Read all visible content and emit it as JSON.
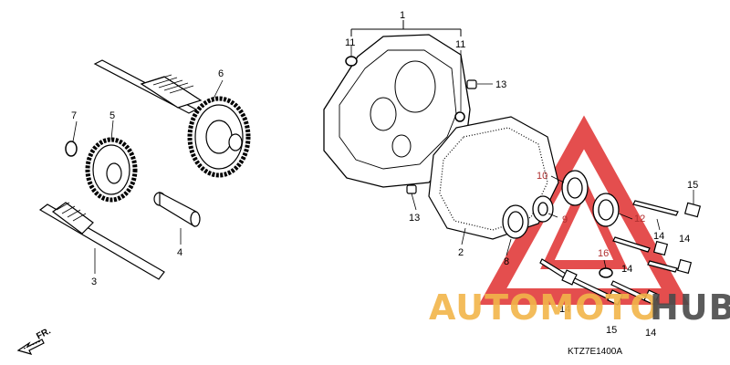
{
  "diagram": {
    "part_labels": {
      "p1": "1",
      "p2": "2",
      "p3": "3",
      "p4": "4",
      "p5": "5",
      "p6": "6",
      "p7": "7",
      "p8": "8",
      "p9": "9",
      "p10": "10",
      "p11a": "11",
      "p11b": "11",
      "p12": "12",
      "p13a": "13",
      "p13b": "13",
      "p14a": "14",
      "p14b": "14",
      "p14c": "14",
      "p14d": "14",
      "p14e": "14",
      "p15a": "15",
      "p15b": "15",
      "p16": "16"
    },
    "direction_label": "FR.",
    "diagram_code": "KTZ7E1400A"
  },
  "watermark": {
    "text_orange": "AUTOMOTO",
    "text_dark": "HUB",
    "color_orange": "#f2b54a",
    "color_dark": "#4a4a4a",
    "color_red": "#e03030"
  }
}
